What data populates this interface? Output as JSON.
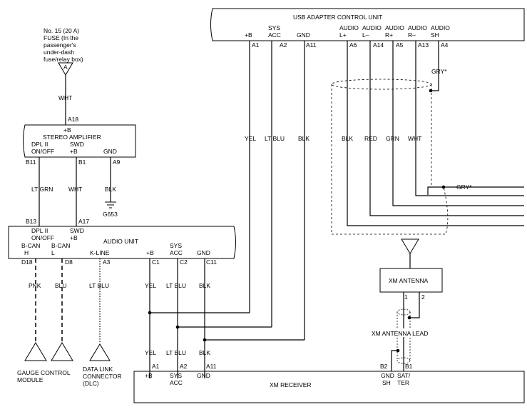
{
  "labels": {
    "fuse": [
      "No. 15 (20 A)",
      "FUSE (In the",
      "passenger's",
      "under-dash",
      "fuse/relay box)"
    ],
    "fuse_letter": "A",
    "usb_title": "USB ADAPTER CONTROL UNIT",
    "usb_pins": [
      {
        "name1": "",
        "name2": "+B",
        "pin": "A1",
        "color": "YEL"
      },
      {
        "name1": "SYS",
        "name2": "ACC",
        "pin": "A2",
        "color": "LT BLU"
      },
      {
        "name1": "",
        "name2": "GND",
        "pin": "A11",
        "color": "BLK"
      },
      {
        "name1": "AUDIO",
        "name2": "L+",
        "pin": "A6",
        "color": "BLK"
      },
      {
        "name1": "AUDIO",
        "name2": "L–",
        "pin": "A14",
        "color": "RED"
      },
      {
        "name1": "AUDIO",
        "name2": "R+",
        "pin": "A5",
        "color": "GRN"
      },
      {
        "name1": "AUDIO",
        "name2": "R–",
        "pin": "A13",
        "color": "WHT"
      },
      {
        "name1": "AUDIO",
        "name2": "SH",
        "pin": "A4",
        "color": ""
      }
    ],
    "gry_shield": "GRY*",
    "wht": "WHT",
    "a18": "A18",
    "amp_plusb": "+B",
    "amp_title": "STEREO AMPLIFIER",
    "amp_pins": [
      {
        "name1": "DPL II",
        "name2": "ON/OFF",
        "pin": "B11",
        "color": "LT GRN",
        "pin2": "B13"
      },
      {
        "name1": "SWD",
        "name2": "+B",
        "pin": "B1",
        "color": "WHT",
        "pin2": "A17"
      },
      {
        "name1": "",
        "name2": "GND",
        "pin": "A9",
        "color": "BLK",
        "pin2": ""
      }
    ],
    "ground": "G653",
    "audio_unit_top": [
      {
        "name1": "DPL II",
        "name2": "ON/OFF"
      },
      {
        "name1": "SWD",
        "name2": "+B"
      }
    ],
    "audio_unit_title": "AUDIO UNIT",
    "audio_pins": [
      {
        "name1": "B-CAN",
        "name2": "H",
        "pin": "D18",
        "color": "PNK"
      },
      {
        "name1": "B-CAN",
        "name2": "L",
        "pin": "D8",
        "color": "BLU"
      },
      {
        "name1": "",
        "name2": "K-LINE",
        "pin": "A3",
        "color": "LT BLU"
      },
      {
        "name1": "",
        "name2": "+B",
        "pin": "C1",
        "color": "YEL"
      },
      {
        "name1": "SYS",
        "name2": "ACC",
        "pin": "C2",
        "color": "LT BLU"
      },
      {
        "name1": "",
        "name2": "GND",
        "pin": "C11",
        "color": "BLK"
      }
    ],
    "xm_rx_pins": [
      {
        "color": "YEL",
        "pin": "A1",
        "name1": "+B",
        "name2": ""
      },
      {
        "color": "LT BLU",
        "pin": "A2",
        "name1": "SYS",
        "name2": "ACC"
      },
      {
        "color": "BLK",
        "pin": "A11",
        "name1": "GND",
        "name2": ""
      }
    ],
    "gauge": [
      "GAUGE CONTROL",
      "MODULE"
    ],
    "dlc": [
      "DATA LINK",
      "CONNECTOR",
      "(DLC)"
    ],
    "xm_antenna": "XM ANTENNA",
    "xm_ant_pin1": "1",
    "xm_ant_pin2": "2",
    "xm_lead": "XM ANTENNA LEAD",
    "xm_rx_b2": "B2",
    "xm_rx_b1": "B1",
    "xm_rx_gnd": [
      "GND",
      "SH"
    ],
    "xm_rx_sat": [
      "SAT/",
      "TER"
    ],
    "xm_receiver": "XM RECEIVER"
  }
}
